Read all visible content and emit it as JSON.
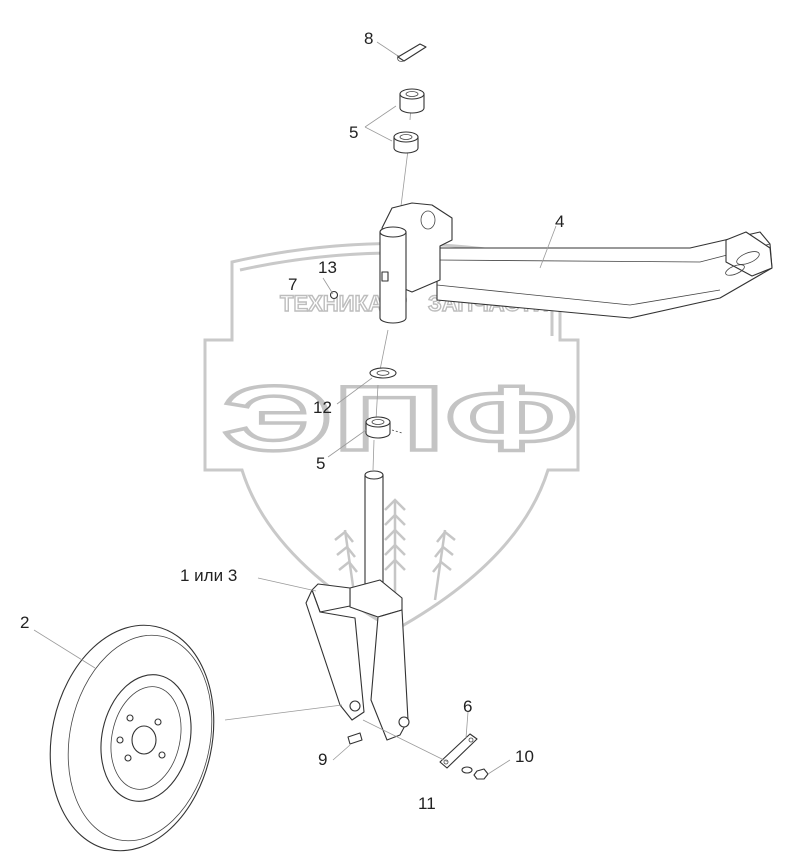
{
  "watermark": {
    "word_left": "ТЕХНИКА",
    "word_right": "ЗАПЧАСТИ",
    "monogram": "ЭПФ"
  },
  "callouts": [
    {
      "id": "c8",
      "text": "8"
    },
    {
      "id": "c5a",
      "text": "5"
    },
    {
      "id": "c4",
      "text": "4"
    },
    {
      "id": "c13",
      "text": "13"
    },
    {
      "id": "c7",
      "text": "7"
    },
    {
      "id": "c12",
      "text": "12"
    },
    {
      "id": "c5b",
      "text": "5"
    },
    {
      "id": "c1",
      "text": "1 или 3"
    },
    {
      "id": "c2",
      "text": "2"
    },
    {
      "id": "c6",
      "text": "6"
    },
    {
      "id": "c9",
      "text": "9"
    },
    {
      "id": "c10",
      "text": "10"
    },
    {
      "id": "c11",
      "text": "11"
    }
  ]
}
